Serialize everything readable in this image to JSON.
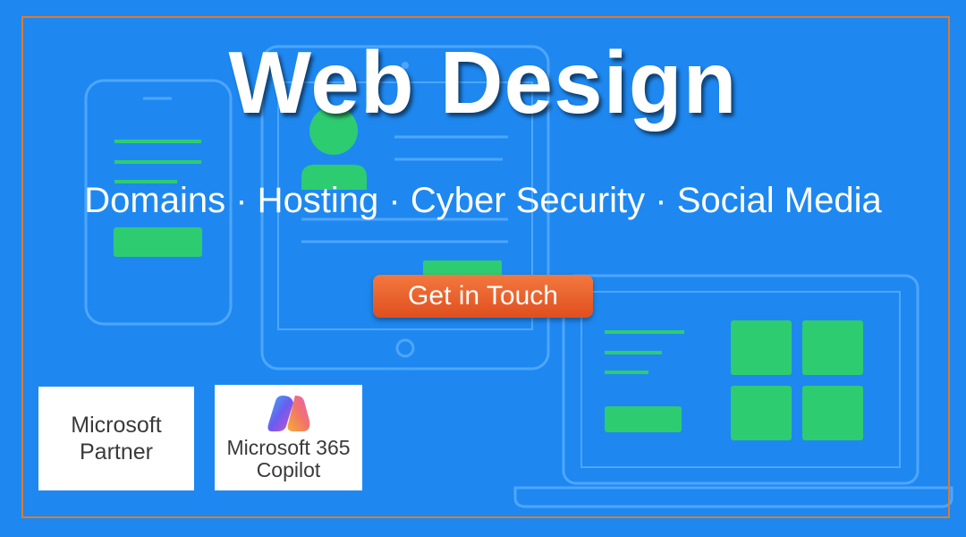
{
  "banner": {
    "title": "Web Design",
    "services": "Domains · Hosting · Cyber Security · Social Media",
    "cta_label": "Get in Touch"
  },
  "badges": {
    "partner_line1": "Microsoft",
    "partner_line2": "Partner",
    "copilot_line1": "Microsoft 365",
    "copilot_line2": "Copilot"
  },
  "colors": {
    "background": "#1e88f0",
    "frame": "#e07a2c",
    "accent_green": "#2ecc71",
    "cta": "#e8602a",
    "outline": "#4ea6ff"
  },
  "icons": [
    "phone-icon",
    "tablet-icon",
    "laptop-icon",
    "user-icon",
    "copilot-logo-icon"
  ]
}
